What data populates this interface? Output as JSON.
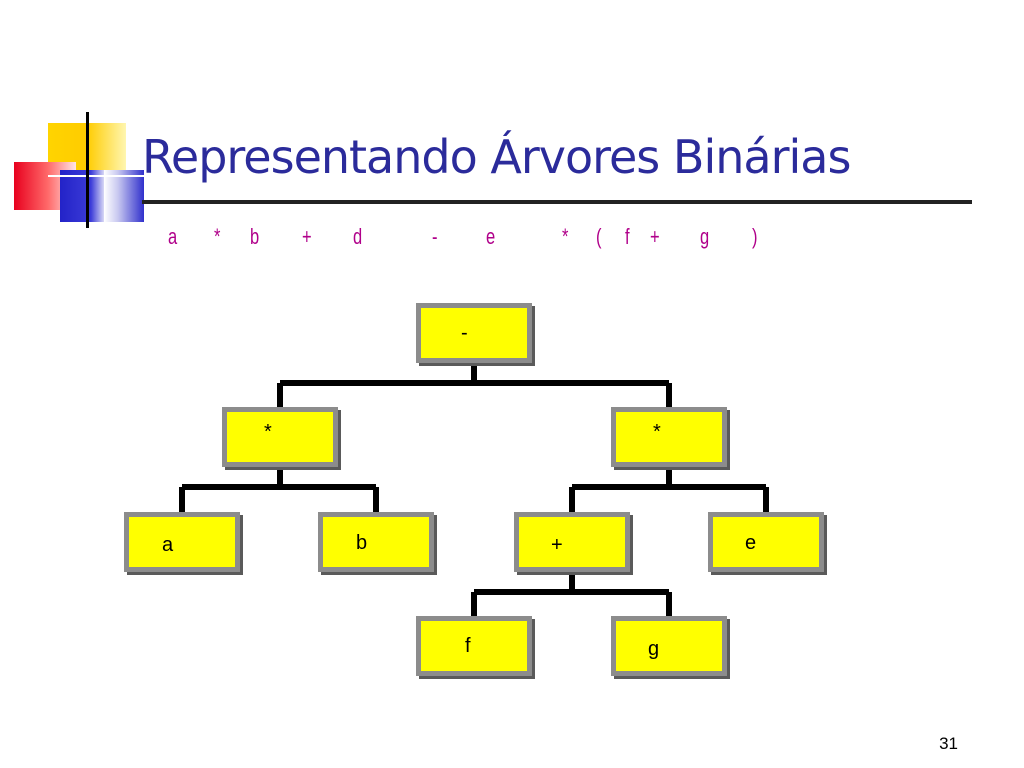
{
  "slide": {
    "title": "Representando Árvores Binárias",
    "page_number": "31"
  },
  "expression": {
    "tokens": [
      "a",
      "*",
      "b",
      "+",
      "d",
      "-",
      "e",
      "*",
      "(",
      "f",
      "+",
      "g",
      ")"
    ]
  },
  "tree": {
    "root": {
      "label": "-",
      "left": {
        "label": "*",
        "left": {
          "label": "a"
        },
        "right": {
          "label": "b"
        }
      },
      "right": {
        "label": "*",
        "left": {
          "label": "+",
          "left": {
            "label": "f"
          },
          "right": {
            "label": "g"
          }
        },
        "right": {
          "label": "e"
        }
      }
    }
  },
  "colors": {
    "title": "#2b2b9b",
    "expression": "#b0008a",
    "node_fill": "#ffff00",
    "node_border": "#8c8c8c",
    "connector": "#000000"
  }
}
